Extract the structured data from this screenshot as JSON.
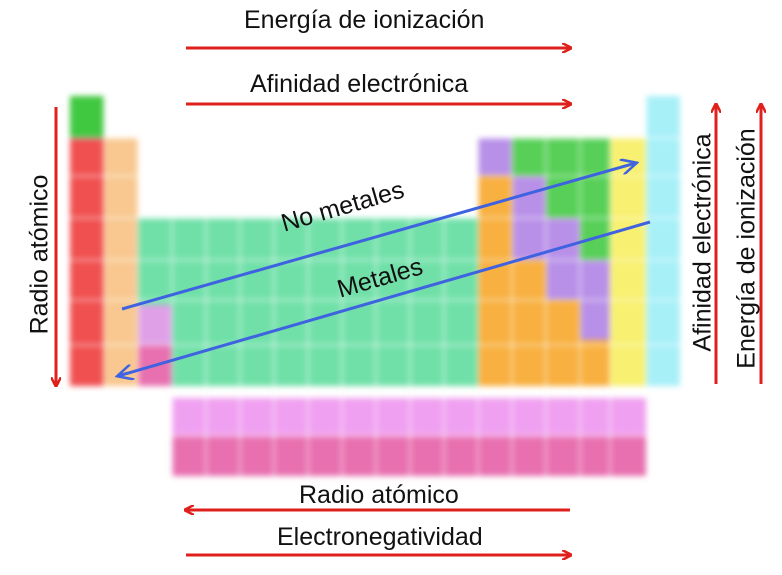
{
  "labels": {
    "top_ionization": "Energía de ionización",
    "top_affinity": "Afinidad electrónica",
    "left_radius": "Radio atómico",
    "right_affinity": "Afinidad electrónica",
    "right_ionization": "Energía de ionización",
    "no_metals": "No metales",
    "metals": "Metales",
    "bottom_radius": "Radio atómico",
    "bottom_electroneg": "Electronegatividad"
  },
  "colors": {
    "trend_arrow": "#e0201c",
    "diagonal_arrow": "#3f63e0",
    "alkali": "#f05050",
    "alkaline_earth": "#f8c890",
    "transition": "#70e0a8",
    "post_transition": "#f8b040",
    "metalloid": "#b890e8",
    "nonmetal": "#58d058",
    "halogen": "#f8f070",
    "noble_gas": "#a8f0f8",
    "lanthanide": "#f0a0f0",
    "actinide": "#e870b0",
    "hydrogen": "#40c840"
  },
  "arrows": {
    "top_ionization": "left-to-right",
    "top_affinity": "left-to-right",
    "left_radius": "top-to-bottom",
    "right_affinity": "bottom-to-top",
    "right_ionization": "bottom-to-top",
    "no_metals": "up-right",
    "metals": "down-left",
    "bottom_radius": "right-to-left",
    "bottom_electroneg": "left-to-right"
  }
}
